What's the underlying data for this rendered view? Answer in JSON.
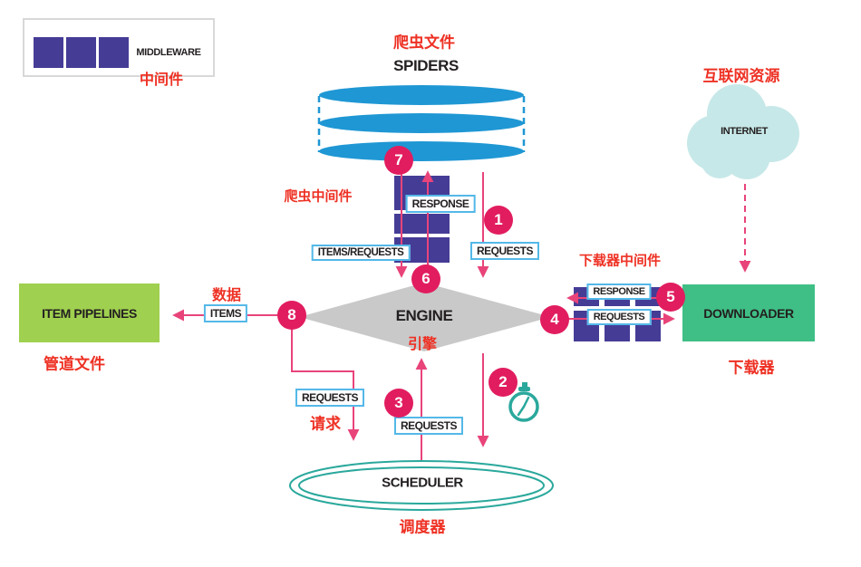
{
  "legend": {
    "label": "MIDDLEWARE",
    "label_zh": "中间件"
  },
  "nodes": {
    "spiders": {
      "label": "SPIDERS",
      "label_zh": "爬虫文件"
    },
    "internet": {
      "label": "INTERNET",
      "label_zh": "互联网资源"
    },
    "engine": {
      "label": "ENGINE",
      "label_zh": "引擎"
    },
    "item_pipelines": {
      "label": "ITEM PIPELINES",
      "label_zh": "管道文件"
    },
    "downloader": {
      "label": "DOWNLOADER",
      "label_zh": "下载器"
    },
    "scheduler": {
      "label": "SCHEDULER",
      "label_zh": "调度器"
    },
    "spider_middleware": {
      "label_zh": "爬虫中间件"
    },
    "downloader_middleware": {
      "label_zh": "下载器中间件"
    }
  },
  "flows": {
    "spider_response": "RESPONSE",
    "spider_items_requests": "ITEMS/REQUESTS",
    "spider_requests": "REQUESTS",
    "items": "ITEMS",
    "items_zh": "数据",
    "downloader_response": "RESPONSE",
    "downloader_requests": "REQUESTS",
    "scheduler_requests": "REQUESTS",
    "scheduler_requests_zh": "请求",
    "engine_requests": "REQUESTS"
  },
  "steps": [
    "1",
    "2",
    "3",
    "4",
    "5",
    "6",
    "7",
    "8"
  ],
  "colors": {
    "pink_circle": "#e11d5f",
    "pink_line": "#e8447a",
    "red_text": "#ee3124",
    "blue": "#1f97d4",
    "indigo": "#453c96",
    "green": "#3fbf85",
    "lime": "#9fd04f",
    "gray": "#c9c9c9",
    "teal": "#2aa89c",
    "cloud": "#c7e8e8",
    "label_border": "#54b8e8"
  }
}
